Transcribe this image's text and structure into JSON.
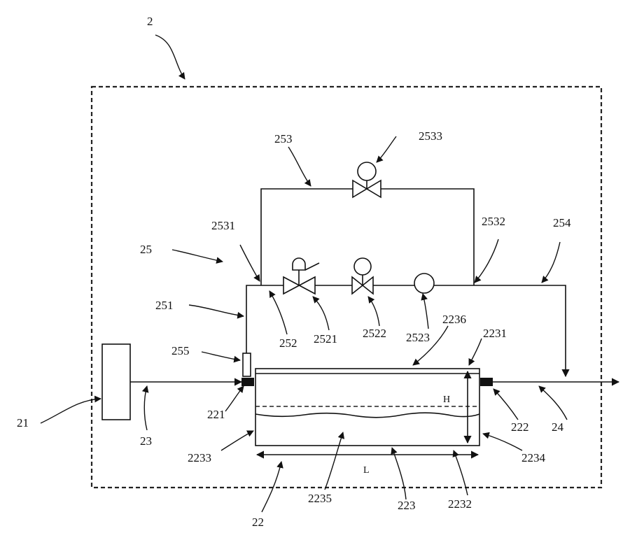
{
  "labels": {
    "l2": "2",
    "l21": "21",
    "l22": "22",
    "l23": "23",
    "l24": "24",
    "l25": "25",
    "l221": "221",
    "l222": "222",
    "l223": "223",
    "l2231": "2231",
    "l2232": "2232",
    "l2233": "2233",
    "l2234": "2234",
    "l2235": "2235",
    "l2236": "2236",
    "l251": "251",
    "l252": "252",
    "l253": "253",
    "l254": "254",
    "l255": "255",
    "l2521": "2521",
    "l2522": "2522",
    "l2523": "2523",
    "l2531": "2531",
    "l2532": "2532",
    "l2533": "2533",
    "dimH": "H",
    "dimL": "L"
  }
}
